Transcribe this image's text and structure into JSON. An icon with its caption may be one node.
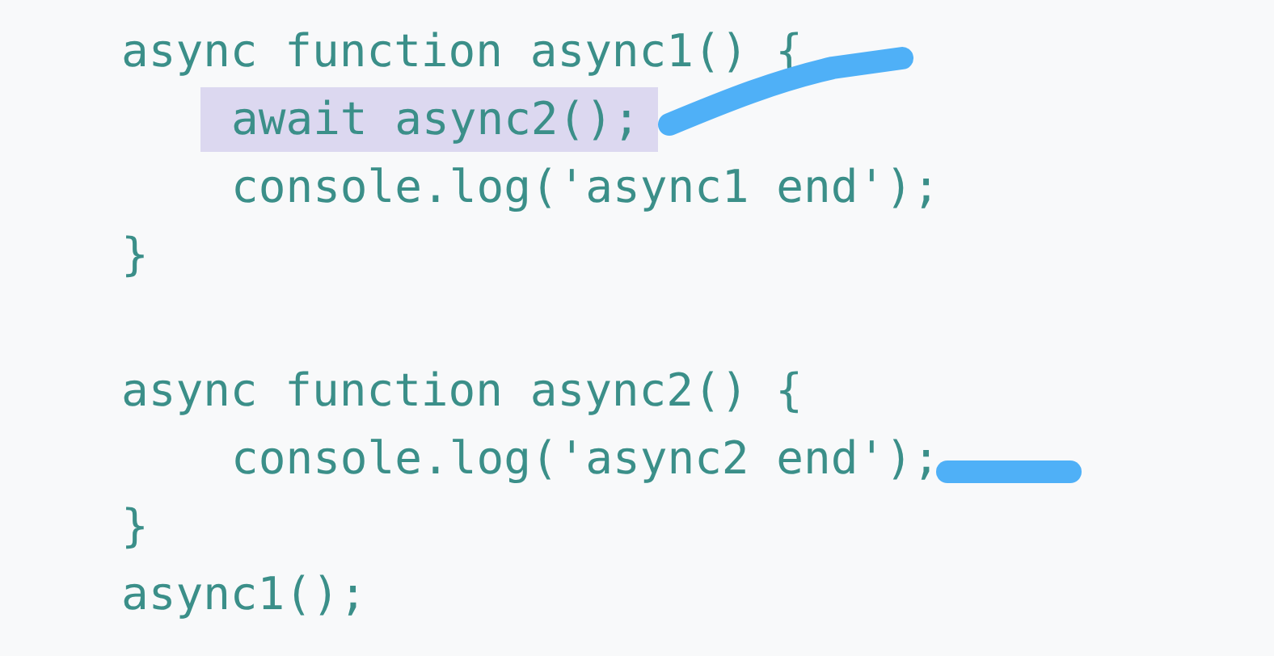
{
  "diagram": {
    "labels": [
      "async function async1() {",
      "await async2();",
      "console.log('async1 end');",
      "}",
      "async function async2() {",
      "console.log('async2 end');",
      "}",
      "async1();"
    ]
  }
}
